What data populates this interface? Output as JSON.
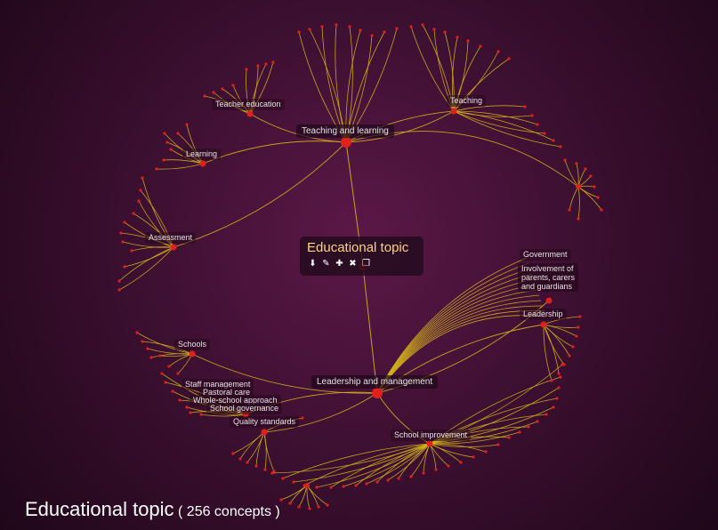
{
  "center": {
    "title": "Educational topic",
    "tools": [
      {
        "name": "download-icon",
        "glyph": "⬇"
      },
      {
        "name": "edit-pencil-icon",
        "glyph": "✎"
      },
      {
        "name": "add-icon",
        "glyph": "✚"
      },
      {
        "name": "delete-icon",
        "glyph": "✖"
      },
      {
        "name": "copy-icon",
        "glyph": "❐"
      }
    ]
  },
  "labels": {
    "teaching_learning": "Teaching and learning",
    "leadership_management": "Leadership and management",
    "teacher_education": "Teacher education",
    "learning": "Learning",
    "assessment": "Assessment",
    "teaching": "Teaching",
    "government": "Government",
    "involvement": "Involvement of\nparents, carers\nand guardians",
    "leadership": "Leadership",
    "schools": "Schools",
    "staff_management": "Staff management",
    "pastoral_care": "Pastoral care",
    "whole_school": "Whole-school approach",
    "school_governance": "School governance",
    "quality_standards": "Quality standards",
    "school_improvement": "School improvement"
  },
  "footer": {
    "title": "Educational topic",
    "count": "( 256 concepts )"
  },
  "colors": {
    "edge": "#d4b21c",
    "node": "#e0201a",
    "label_text": "#e8e2e6",
    "center_title": "#ffd27a"
  }
}
